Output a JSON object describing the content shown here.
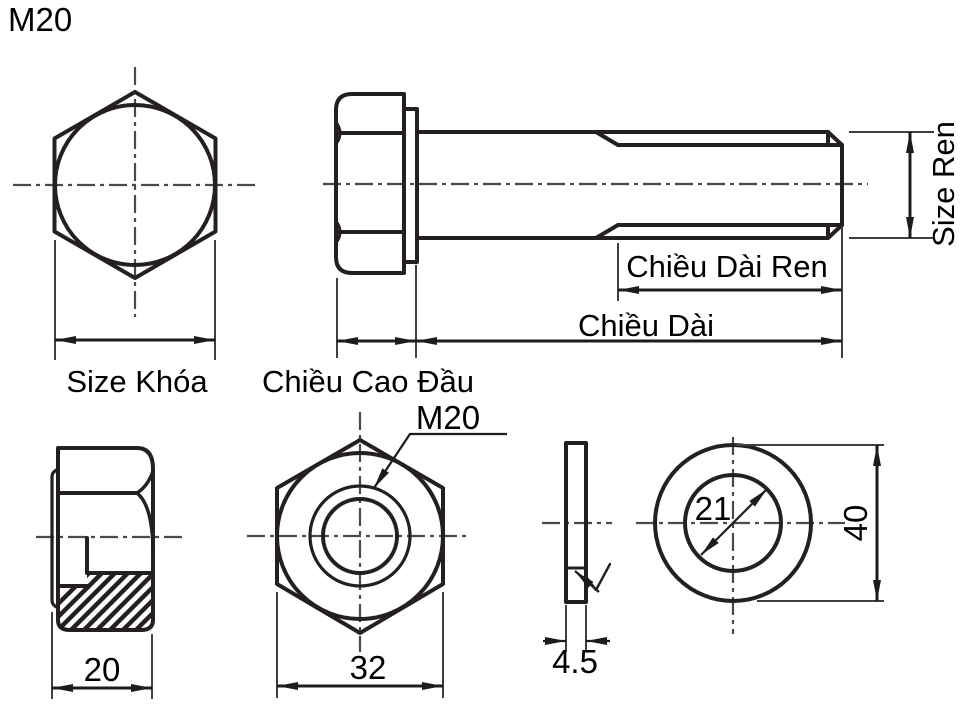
{
  "title": "M20",
  "bolt": {
    "wrench_size_label": "Size Khóa",
    "head_height_label": "Chiều Cao Đầu",
    "length_label": "Chiều Dài",
    "thread_length_label": "Chiều Dài Ren",
    "thread_size_label": "Size Ren"
  },
  "nut": {
    "thread_label": "M20",
    "height": "20",
    "across_flats": "32"
  },
  "washer": {
    "thickness": "4.5",
    "inner_diameter": "21",
    "outer_diameter": "40"
  },
  "colors": {
    "line": "#241f20",
    "dimension": "#1c1c1c",
    "extension": "#3f3f3f",
    "centerline": "#4a4a4a",
    "text": "#000000",
    "background": "#ffffff"
  }
}
